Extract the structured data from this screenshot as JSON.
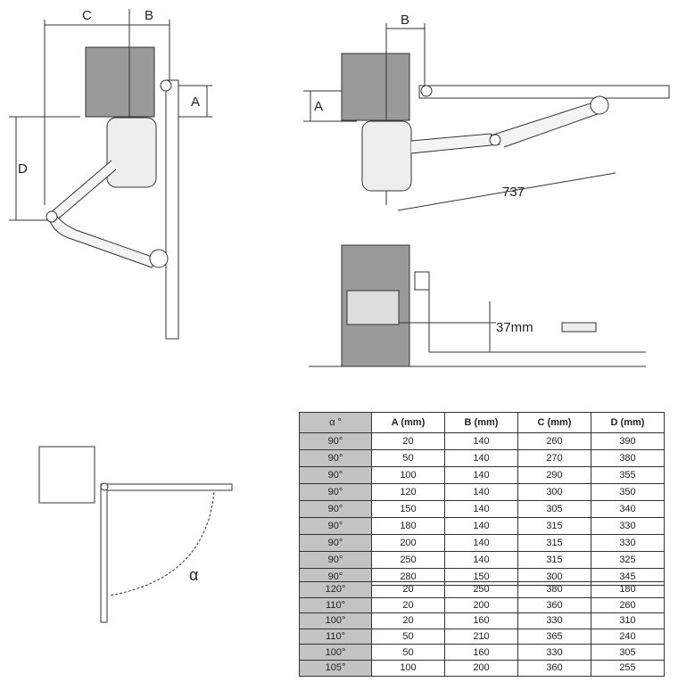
{
  "diagram_labels": {
    "C": "C",
    "B": "B",
    "A": "A",
    "D": "D",
    "arm_length": "737",
    "bracket_offset": "37mm",
    "alpha": "α"
  },
  "table_headers": [
    "α °",
    "A (mm)",
    "B (mm)",
    "C (mm)",
    "D (mm)"
  ],
  "table1_rows": [
    [
      "90°",
      "20",
      "140",
      "260",
      "390"
    ],
    [
      "90°",
      "50",
      "140",
      "270",
      "380"
    ],
    [
      "90°",
      "100",
      "140",
      "290",
      "355"
    ],
    [
      "90°",
      "120",
      "140",
      "300",
      "350"
    ],
    [
      "90°",
      "150",
      "140",
      "305",
      "340"
    ],
    [
      "90°",
      "180",
      "140",
      "315",
      "330"
    ],
    [
      "90°",
      "200",
      "140",
      "315",
      "330"
    ],
    [
      "90°",
      "250",
      "140",
      "315",
      "325"
    ],
    [
      "90°",
      "280",
      "150",
      "300",
      "345"
    ]
  ],
  "table2_rows": [
    [
      "120°",
      "20",
      "250",
      "380",
      "180"
    ],
    [
      "110°",
      "20",
      "200",
      "360",
      "260"
    ],
    [
      "100°",
      "20",
      "160",
      "330",
      "310"
    ],
    [
      "110°",
      "50",
      "210",
      "365",
      "240"
    ],
    [
      "100°",
      "50",
      "160",
      "330",
      "305"
    ],
    [
      "105°",
      "100",
      "200",
      "360",
      "255"
    ]
  ]
}
